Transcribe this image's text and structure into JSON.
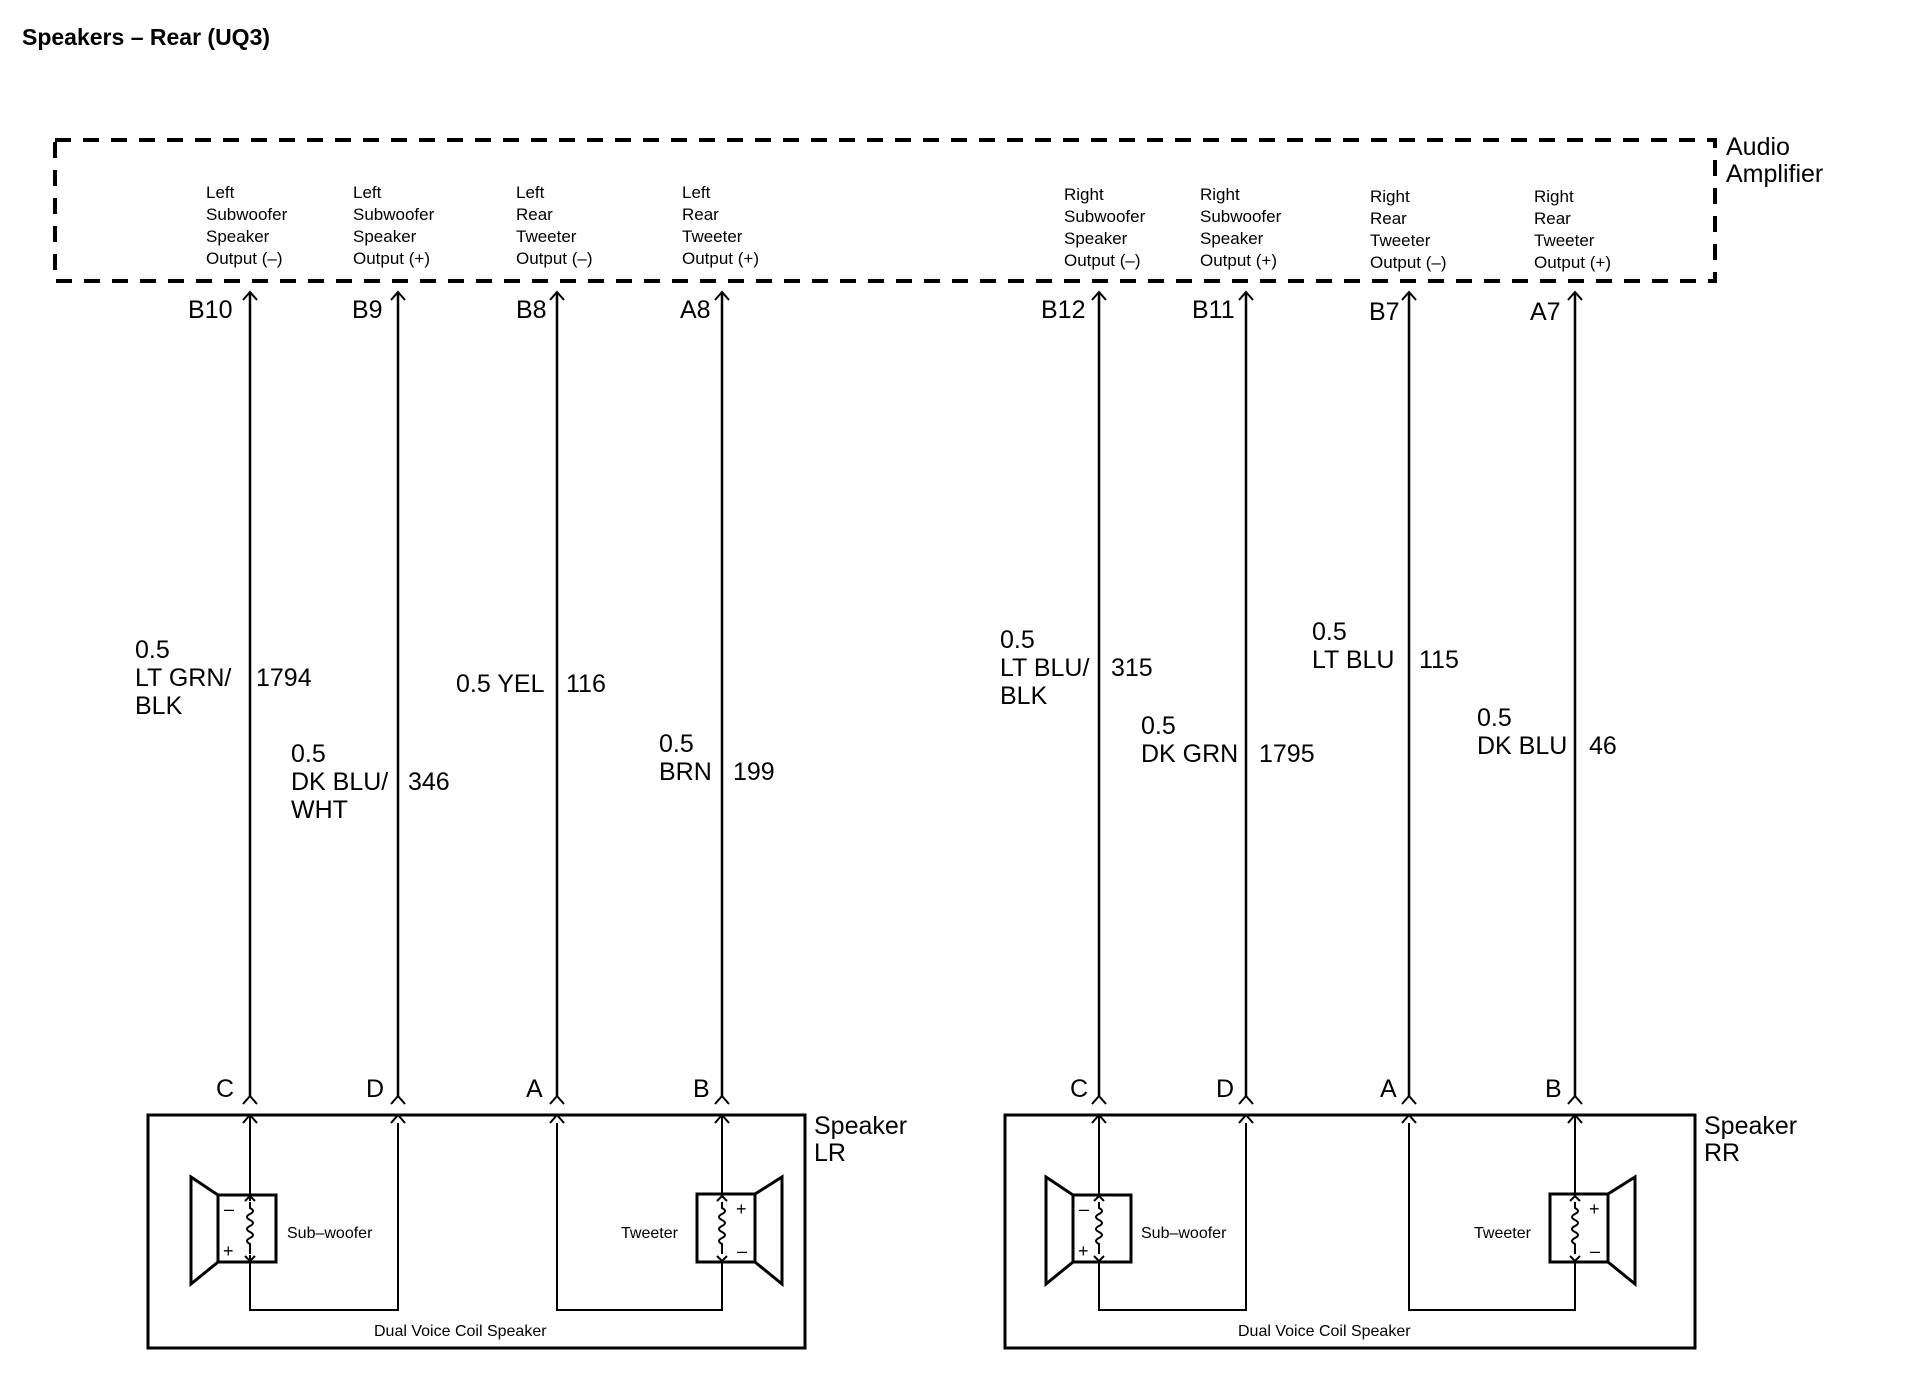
{
  "title": "Speakers – Rear (UQ3)",
  "amplifier": {
    "label_line1": "Audio",
    "label_line2": "Amplifier",
    "outputs": [
      {
        "lines": [
          "Left",
          "Subwoofer",
          "Speaker",
          "Output (–)"
        ],
        "pin": "B10"
      },
      {
        "lines": [
          "Left",
          "Subwoofer",
          "Speaker",
          "Output (+)"
        ],
        "pin": "B9"
      },
      {
        "lines": [
          "Left",
          "Rear",
          "Tweeter",
          "Output (–)"
        ],
        "pin": "B8"
      },
      {
        "lines": [
          "Left",
          "Rear",
          "Tweeter",
          "Output (+)"
        ],
        "pin": "A8"
      },
      {
        "lines": [
          "Right",
          "Subwoofer",
          "Speaker",
          "Output (–)"
        ],
        "pin": "B12"
      },
      {
        "lines": [
          "Right",
          "Subwoofer",
          "Speaker",
          "Output (+)"
        ],
        "pin": "B11"
      },
      {
        "lines": [
          "Right",
          "Rear",
          "Tweeter",
          "Output (–)"
        ],
        "pin": "B7"
      },
      {
        "lines": [
          "Right",
          "Rear",
          "Tweeter",
          "Output (+)"
        ],
        "pin": "A7"
      }
    ]
  },
  "wires": [
    {
      "gauge_color": [
        "0.5",
        "LT GRN/",
        "BLK"
      ],
      "circuit": "1794"
    },
    {
      "gauge_color": [
        "0.5",
        "DK BLU/",
        "WHT"
      ],
      "circuit": "346"
    },
    {
      "gauge_color": [
        "0.5 YEL"
      ],
      "circuit": "116"
    },
    {
      "gauge_color": [
        "0.5",
        "BRN"
      ],
      "circuit": "199"
    },
    {
      "gauge_color": [
        "0.5",
        "LT BLU/",
        "BLK"
      ],
      "circuit": "315"
    },
    {
      "gauge_color": [
        "0.5",
        "DK GRN"
      ],
      "circuit": "1795"
    },
    {
      "gauge_color": [
        "0.5",
        "LT BLU"
      ],
      "circuit": "115"
    },
    {
      "gauge_color": [
        "0.5",
        "DK BLU"
      ],
      "circuit": "46"
    }
  ],
  "speakers": [
    {
      "label_line1": "Speaker",
      "label_line2": "LR",
      "pins": [
        "C",
        "D",
        "A",
        "B"
      ],
      "subwoofer_label": "Sub–woofer",
      "tweeter_label": "Tweeter",
      "caption": "Dual Voice Coil Speaker"
    },
    {
      "label_line1": "Speaker",
      "label_line2": "RR",
      "pins": [
        "C",
        "D",
        "A",
        "B"
      ],
      "subwoofer_label": "Sub–woofer",
      "tweeter_label": "Tweeter",
      "caption": "Dual Voice Coil Speaker"
    }
  ],
  "polarity": {
    "minus": "–",
    "plus": "+"
  }
}
